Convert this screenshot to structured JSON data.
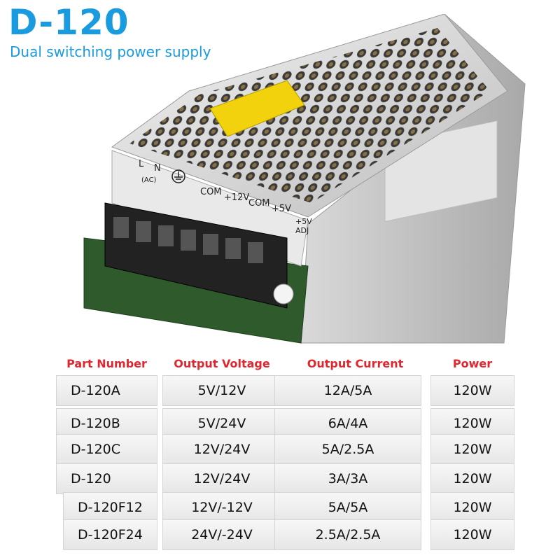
{
  "title": "D-120",
  "subtitle": "Dual switching power supply",
  "product": {
    "terminal_labels": [
      "L",
      "N",
      "(AC)",
      "COM",
      "+12V",
      "COM",
      "+5V",
      "+5V",
      "ADJ"
    ]
  },
  "table": {
    "headers": [
      "Part Number",
      "Output Voltage",
      "Output Current",
      "Power"
    ],
    "rows": [
      [
        "D-120A",
        "5V/12V",
        "12A/5A",
        "120W"
      ],
      [
        "D-120B",
        "5V/24V",
        "6A/4A",
        "120W"
      ],
      [
        "D-120C",
        "12V/24V",
        "5A/2.5A",
        "120W"
      ],
      [
        "D-120",
        "12V/24V",
        "3A/3A",
        "120W"
      ],
      [
        "D-120F12",
        "12V/-12V",
        "5A/5A",
        "120W"
      ],
      [
        "D-120F24",
        "24V/-24V",
        "2.5A/2.5A",
        "120W"
      ]
    ]
  },
  "colors": {
    "title": "#1a9be0",
    "header": "#e0262e"
  }
}
